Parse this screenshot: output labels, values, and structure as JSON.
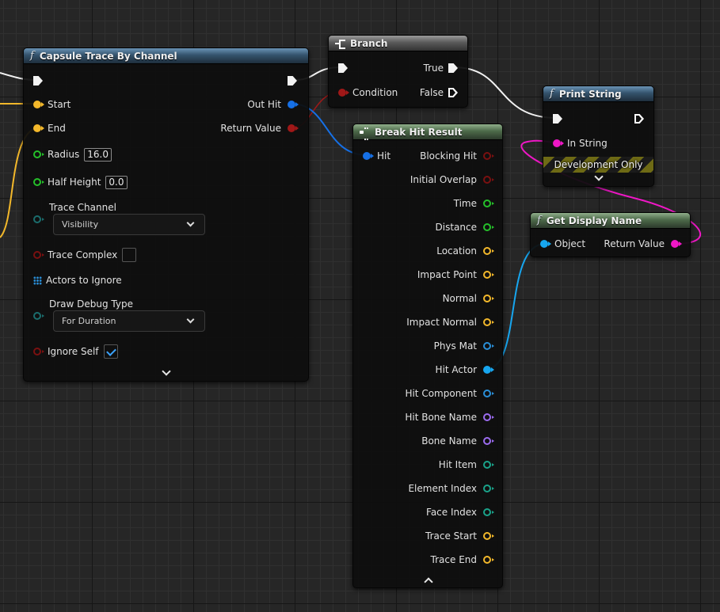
{
  "colors": {
    "exec": "#f2f2f2",
    "vector": "#f3b82b",
    "struct_hit": "#1670e6",
    "bool": "#a01818",
    "string": "#ef17c6",
    "object": "#17a6ef",
    "float": "#25c02a",
    "int": "#1aa38a",
    "name": "#9c6cf0",
    "header_function": "#34536d",
    "header_pure": "#4d6a4a",
    "header_flow": "#5a5a5a"
  },
  "capsule_trace": {
    "title": "Capsule Trace By Channel",
    "icon": "function-icon",
    "out_hit_label": "Out Hit",
    "return_value_label": "Return Value",
    "start_label": "Start",
    "end_label": "End",
    "radius_label": "Radius",
    "radius_value": "16.0",
    "half_height_label": "Half Height",
    "half_height_value": "0.0",
    "trace_channel_label": "Trace Channel",
    "trace_channel_value": "Visibility",
    "trace_complex_label": "Trace Complex",
    "trace_complex_checked": false,
    "actors_to_ignore_label": "Actors to Ignore",
    "draw_debug_type_label": "Draw Debug Type",
    "draw_debug_type_value": "For Duration",
    "ignore_self_label": "Ignore Self",
    "ignore_self_checked": true
  },
  "branch": {
    "title": "Branch",
    "icon": "branch-icon",
    "condition_label": "Condition",
    "true_label": "True",
    "false_label": "False"
  },
  "print_string": {
    "title": "Print String",
    "icon": "function-icon",
    "in_string_label": "In String",
    "development_only_label": "Development Only"
  },
  "break_hit_result": {
    "title": "Break Hit Result",
    "icon": "break-struct-icon",
    "hit_label": "Hit",
    "outputs": [
      {
        "label": "Blocking Hit",
        "type": "bool"
      },
      {
        "label": "Initial Overlap",
        "type": "bool"
      },
      {
        "label": "Time",
        "type": "float"
      },
      {
        "label": "Distance",
        "type": "float"
      },
      {
        "label": "Location",
        "type": "vector"
      },
      {
        "label": "Impact Point",
        "type": "vector"
      },
      {
        "label": "Normal",
        "type": "vector"
      },
      {
        "label": "Impact Normal",
        "type": "vector"
      },
      {
        "label": "Phys Mat",
        "type": "object"
      },
      {
        "label": "Hit Actor",
        "type": "object-connected"
      },
      {
        "label": "Hit Component",
        "type": "object"
      },
      {
        "label": "Hit Bone Name",
        "type": "name"
      },
      {
        "label": "Bone Name",
        "type": "name"
      },
      {
        "label": "Hit Item",
        "type": "int"
      },
      {
        "label": "Element Index",
        "type": "int"
      },
      {
        "label": "Face Index",
        "type": "int"
      },
      {
        "label": "Trace Start",
        "type": "vector"
      },
      {
        "label": "Trace End",
        "type": "vector"
      }
    ]
  },
  "get_display_name": {
    "title": "Get Display Name",
    "icon": "function-icon",
    "object_label": "Object",
    "return_value_label": "Return Value"
  }
}
